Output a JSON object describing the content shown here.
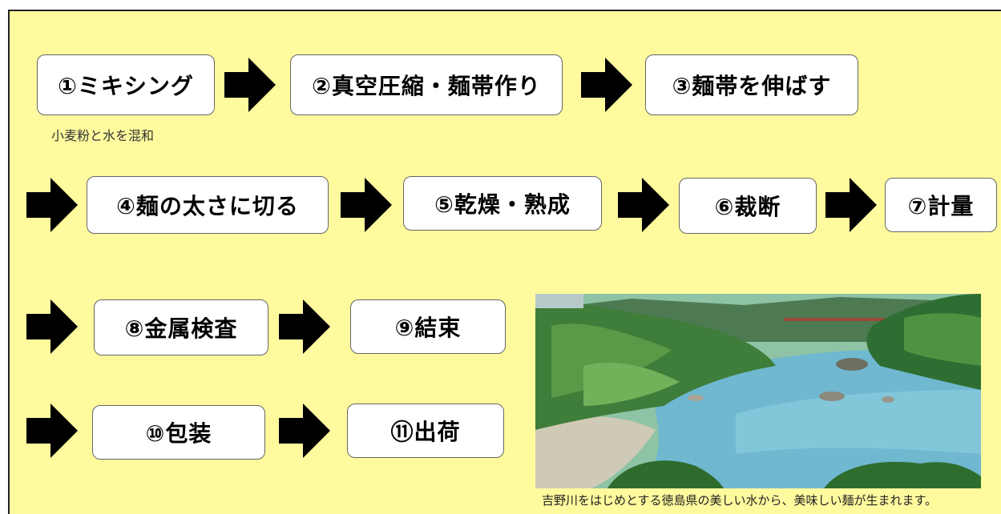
{
  "steps": [
    {
      "label": "①ミキシング"
    },
    {
      "label": "②真空圧縮・麺帯作り"
    },
    {
      "label": "③麺帯を伸ばす"
    },
    {
      "label": "④麺の太さに切る"
    },
    {
      "label": "⑤乾燥・熟成"
    },
    {
      "label": "⑥裁断"
    },
    {
      "label": "⑦計量"
    },
    {
      "label": "⑧金属検査"
    },
    {
      "label": "⑨結束"
    },
    {
      "label": "⑩包装"
    },
    {
      "label": "⑪出荷"
    }
  ],
  "note": "小麦粉と水を混和",
  "photo": {
    "caption": "吉野川をはじめとする徳島県の美しい水から、美味しい麺が生まれます。"
  },
  "colors": {
    "background": "#fffa9e",
    "box": "#ffffff",
    "arrow": "#000000",
    "river": "#6fb8d0"
  },
  "icons": [
    "right-arrow-icon"
  ]
}
